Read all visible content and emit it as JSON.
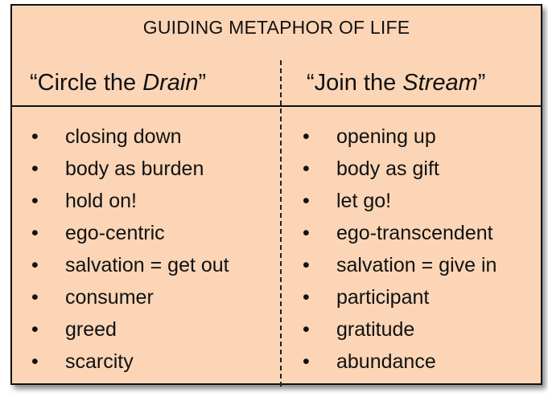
{
  "title": "GUIDING METAPHOR OF LIFE",
  "left": {
    "heading_pre": "“Circle the ",
    "heading_em": "Drain",
    "heading_post": "”",
    "items": [
      "closing down",
      "body as burden",
      "hold on!",
      "ego-centric",
      "salvation = get out",
      "consumer",
      "greed",
      "scarcity"
    ]
  },
  "right": {
    "heading_pre": "“Join the ",
    "heading_em": "Stream",
    "heading_post": "”",
    "items": [
      "opening up",
      "body as gift",
      "let go!",
      "ego-transcendent",
      "salvation = give in",
      "participant",
      "gratitude",
      "abundance"
    ]
  },
  "bullet": "•",
  "colors": {
    "background": "#fbd5b6",
    "border": "#111111"
  }
}
